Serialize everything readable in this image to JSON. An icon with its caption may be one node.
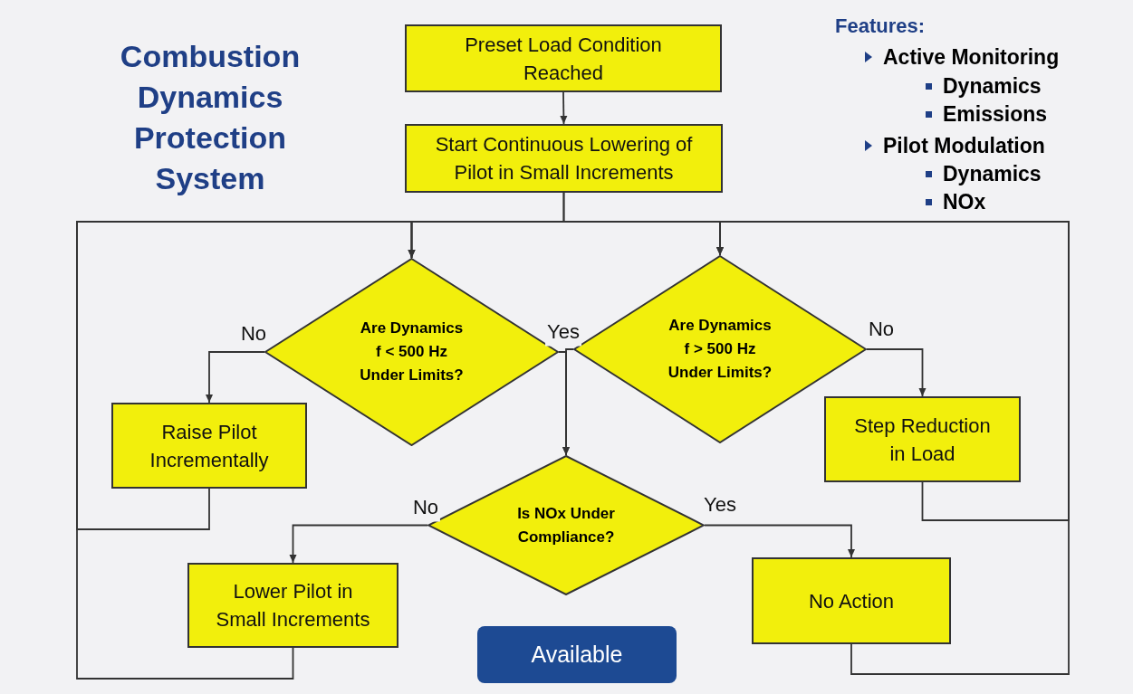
{
  "diagram": {
    "title": "Combustion Dynamics Protection System",
    "nodes": [
      {
        "text": [
          "Preset Load Condition Reached"
        ]
      },
      {
        "text": [
          "Start Continuous Lowering of Pilot in Small Increments"
        ]
      },
      {
        "text": [
          "Are Dynamics f < 500 Hz Under Limits?"
        ]
      },
      {
        "text": [
          "Are Dynamics f > 500 Hz Under Limits?"
        ]
      },
      {
        "text": [
          "Raise Pilot Incrementally"
        ]
      },
      {
        "text": [
          "Step Reduction in Load"
        ]
      },
      {
        "text": [
          "Is NOx Under Compliance?"
        ]
      },
      {
        "text": [
          "Lower Pilot in Small Increments"
        ]
      },
      {
        "text": [
          "No Action"
        ]
      },
      {
        "text": [
          "Available"
        ]
      }
    ],
    "edges": [
      {
        "from": 0,
        "to": 1,
        "arrow": "to"
      },
      {
        "from": 1,
        "to": 2,
        "arrow": "to"
      },
      {
        "from": 1,
        "to": 3,
        "arrow": "to"
      },
      {
        "from": 2,
        "to": 4,
        "arrow": "to",
        "label": "No"
      },
      {
        "from": 2,
        "to": 6,
        "arrow": "to",
        "label": "Yes"
      },
      {
        "from": 3,
        "to": 6,
        "arrow": "to"
      },
      {
        "from": 3,
        "to": 5,
        "arrow": "to",
        "label": "No"
      },
      {
        "from": 6,
        "to": 7,
        "arrow": "to",
        "label": "No"
      },
      {
        "from": 6,
        "to": 8,
        "arrow": "to",
        "label": "Yes"
      },
      {
        "from": 4,
        "to": 2,
        "arrow": "to"
      },
      {
        "from": 7,
        "to": 2,
        "arrow": "to"
      },
      {
        "from": 5,
        "to": 3,
        "arrow": "to"
      },
      {
        "from": 8,
        "to": 3,
        "arrow": "to"
      }
    ],
    "labels": [
      "Features:",
      "Active Monitoring",
      "Dynamics",
      "Emissions",
      "Pilot Modulation",
      "Dynamics",
      "NOx"
    ]
  }
}
